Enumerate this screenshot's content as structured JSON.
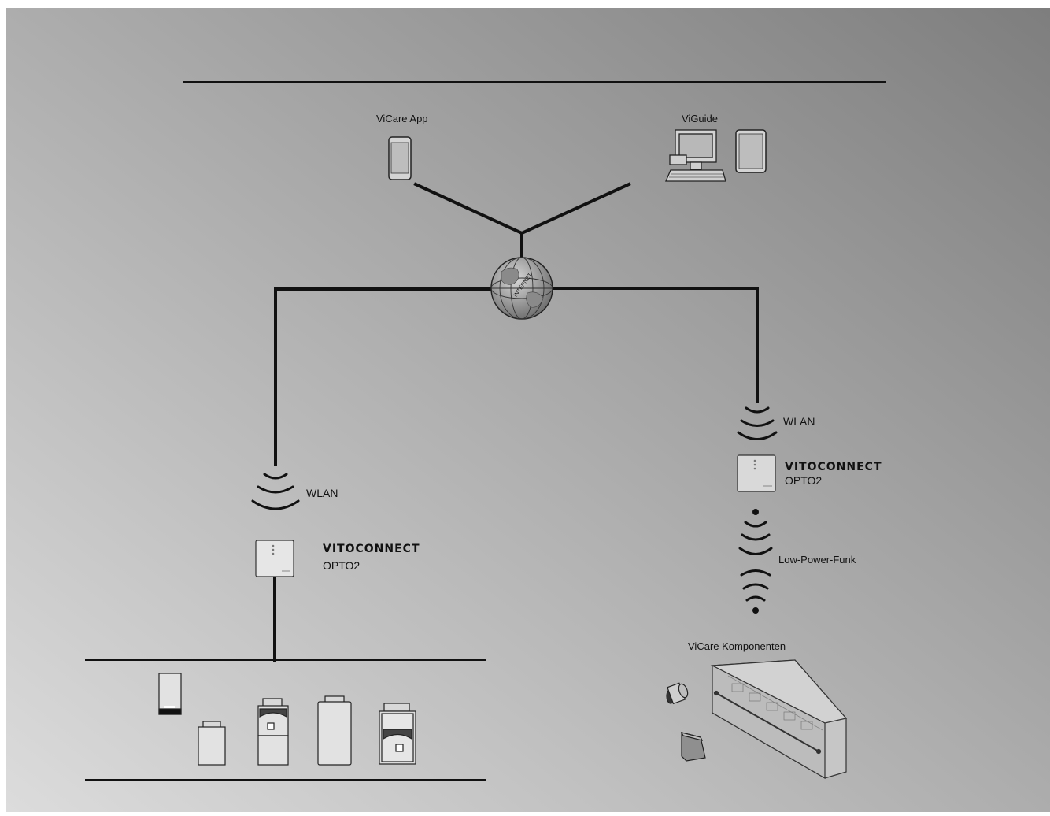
{
  "labels": {
    "vicare_app": "ViCare App",
    "viguide": "ViGuide",
    "internet": "INTERNET",
    "wlan_left": "WLAN",
    "wlan_right": "WLAN",
    "vitoconnect_left": "VITOCONNECT",
    "opto2_left": "OPTO2",
    "vitoconnect_right": "VITOCONNECT",
    "opto2_right": "OPTO2",
    "low_power_funk": "Low-Power-Funk",
    "vicare_komponenten": "ViCare Komponenten"
  },
  "colors": {
    "background_light": "#dcdcdc",
    "background_dark": "#7e7e7e",
    "line": "#111111",
    "device_fill": "#e6e6e6"
  },
  "icons": {
    "phone": "smartphone-icon",
    "computer": "desktop-computer-icon",
    "tablet": "tablet-icon",
    "globe": "internet-globe-icon",
    "wifi": "wifi-waves-icon",
    "gateway": "vitoconnect-gateway-icon",
    "heat_generators": "heating-appliance-icon",
    "radio_valve": "thermostat-head-icon",
    "room_sensor": "room-sensor-icon",
    "distribution_box": "floor-heating-distributor-icon"
  }
}
